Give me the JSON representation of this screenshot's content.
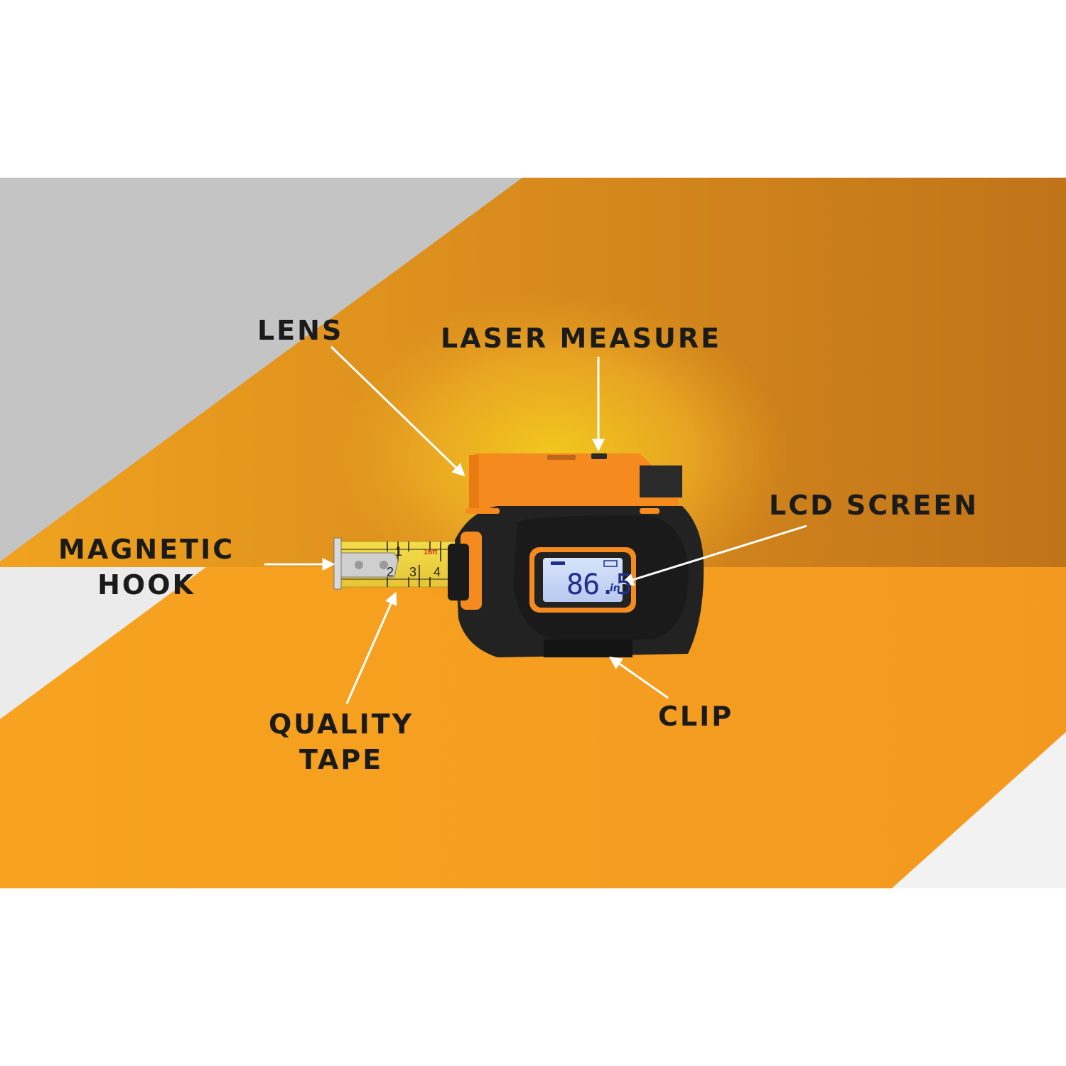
{
  "labels": {
    "lens": "LENS",
    "laser_measure": "LASER MEASURE",
    "lcd_screen": "LCD SCREEN",
    "magnetic_hook": [
      "MAGNETIC",
      "HOOK"
    ],
    "quality_tape": [
      "QUALITY",
      "TAPE"
    ],
    "clip": "CLIP"
  },
  "lcd": {
    "reading": "86.5",
    "unit": "in"
  },
  "tape": {
    "length_mark": "16ft",
    "numbers": [
      "1",
      "2",
      "3",
      "4"
    ]
  },
  "colors": {
    "orange": "#f6a21d",
    "dark_orange": "#c47a1a",
    "gray": "#c4c4c4",
    "white": "#ffffff",
    "body_black": "#1c1c1c",
    "accent_orange": "#f58a1f",
    "lcd_blue": "#c9d8f6"
  }
}
